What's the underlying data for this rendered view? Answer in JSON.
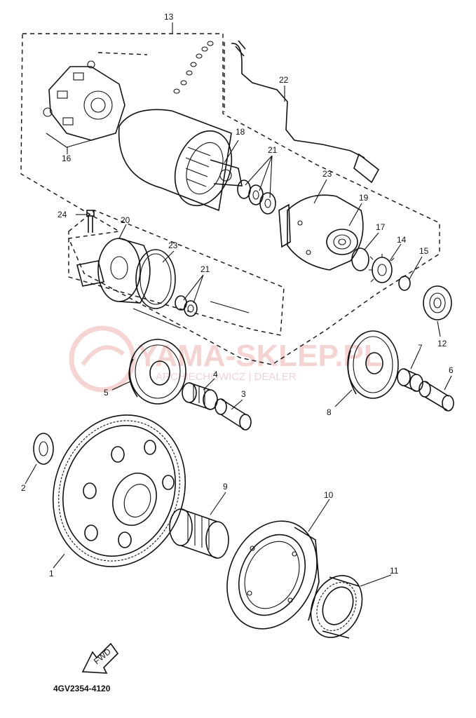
{
  "diagram": {
    "code": "4GV2354-4120",
    "fwd": "FWD",
    "labels": {
      "p1": "1",
      "p2": "2",
      "p3": "3",
      "p4": "4",
      "p5": "5",
      "p6": "6",
      "p7": "7",
      "p8": "8",
      "p9": "9",
      "p10": "10",
      "p11": "11",
      "p12": "12",
      "p13": "13",
      "p14": "14",
      "p15": "15",
      "p16": "16",
      "p17": "17",
      "p18": "18",
      "p19": "19",
      "p20": "20",
      "p21a": "21",
      "p21b": "21",
      "p22": "22",
      "p23a": "23",
      "p23b": "23",
      "p24": "24"
    }
  },
  "watermark": {
    "brand": "YAMA-SKLEP.PL",
    "sub": "ARCHIECHOWICZ | DEALER"
  },
  "colors": {
    "ink": "#111111",
    "watermark": "#e8a0a0"
  }
}
